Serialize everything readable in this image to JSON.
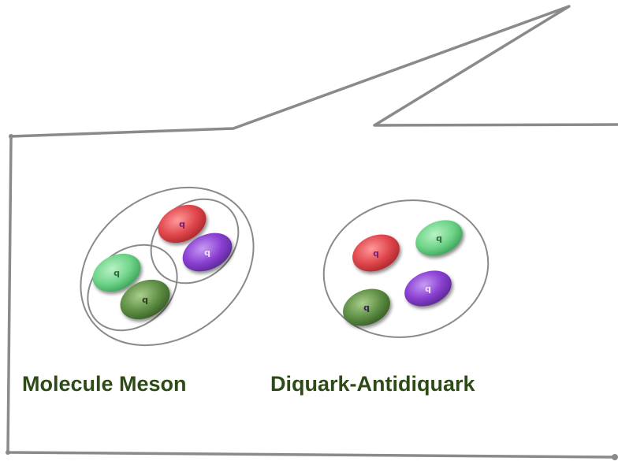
{
  "diagrams": [
    {
      "label": "Molecule Meson",
      "quarks": [
        {
          "color": "red",
          "letter": "q"
        },
        {
          "color": "purple",
          "letter": "q"
        },
        {
          "color": "lightgreen",
          "letter": "q"
        },
        {
          "color": "darkgreen",
          "letter": "q"
        }
      ]
    },
    {
      "label": "Diquark-Antidiquark",
      "quarks": [
        {
          "color": "red",
          "letter": "q"
        },
        {
          "color": "lightgreen",
          "letter": "q"
        },
        {
          "color": "darkgreen",
          "letter": "q"
        },
        {
          "color": "purple",
          "letter": "q"
        }
      ]
    }
  ],
  "colors": {
    "outline": "#8a8a8a",
    "caption": "#2e4a17",
    "red": "#e0474c",
    "purple": "#8a3fd1",
    "lightgreen": "#6fd489",
    "darkgreen": "#5f8f45"
  }
}
